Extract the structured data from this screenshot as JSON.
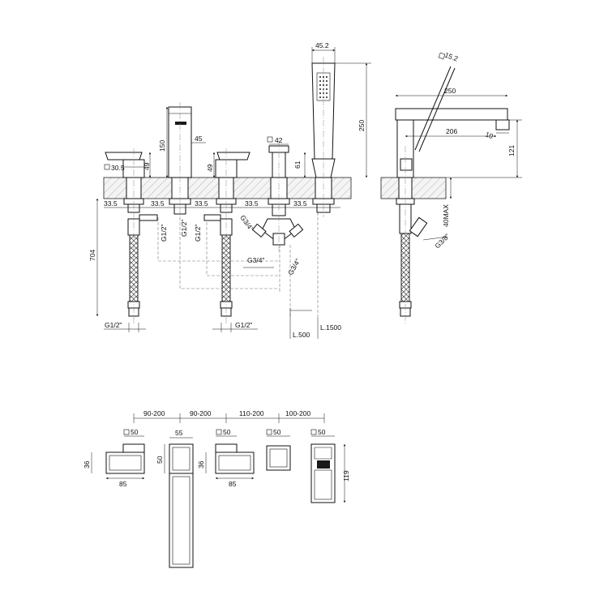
{
  "drawing": {
    "front_view": {
      "lever_valve_left": {
        "square_size": "30.5",
        "height_above_deck": "49",
        "shank_diameter": "33.5",
        "outlet_thread": "G1/2\"",
        "hose_length": "704",
        "hose_end_thread": "G1/2\""
      },
      "spout": {
        "height_above_deck": "150",
        "width": "45",
        "shank_diameter": "33.5",
        "outlet_thread": "G1/2\""
      },
      "lever_valve_right": {
        "height_above_deck": "49",
        "shank_diameter": "33.5",
        "outlet_thread": "G1/2\"",
        "hose_end_thread": "G1/2\""
      },
      "diverter": {
        "square_size": "42",
        "height_above_deck": "61",
        "shank_diameter": "33.5",
        "thread_upper": "G3/4\"",
        "thread_lower": "G3/4\"",
        "thread_side": "G3/4\""
      },
      "hand_shower": {
        "width": "45.2",
        "height": "250",
        "shank_diameter": "33.5",
        "hose_length_short": "L.500",
        "hose_length_long": "L.1500"
      }
    },
    "side_view": {
      "handle_square": "15.2",
      "spout_projection": "250",
      "spout_reach": "206",
      "outlet_offset": "10",
      "spout_height": "121",
      "max_deck_thickness": "40MAX",
      "hose_thread": "G3/8\""
    },
    "plan_view": {
      "spacings": [
        "90-200",
        "90-200",
        "110-200",
        "100-200"
      ],
      "lever_valve_left": {
        "square": "50",
        "depth": "36",
        "width": "85"
      },
      "spout": {
        "width": "55",
        "depth": "50"
      },
      "lever_valve_right": {
        "square": "50",
        "depth": "36",
        "width": "85"
      },
      "diverter": {
        "square": "50"
      },
      "hand_shower": {
        "square": "50",
        "depth": "119"
      }
    }
  }
}
